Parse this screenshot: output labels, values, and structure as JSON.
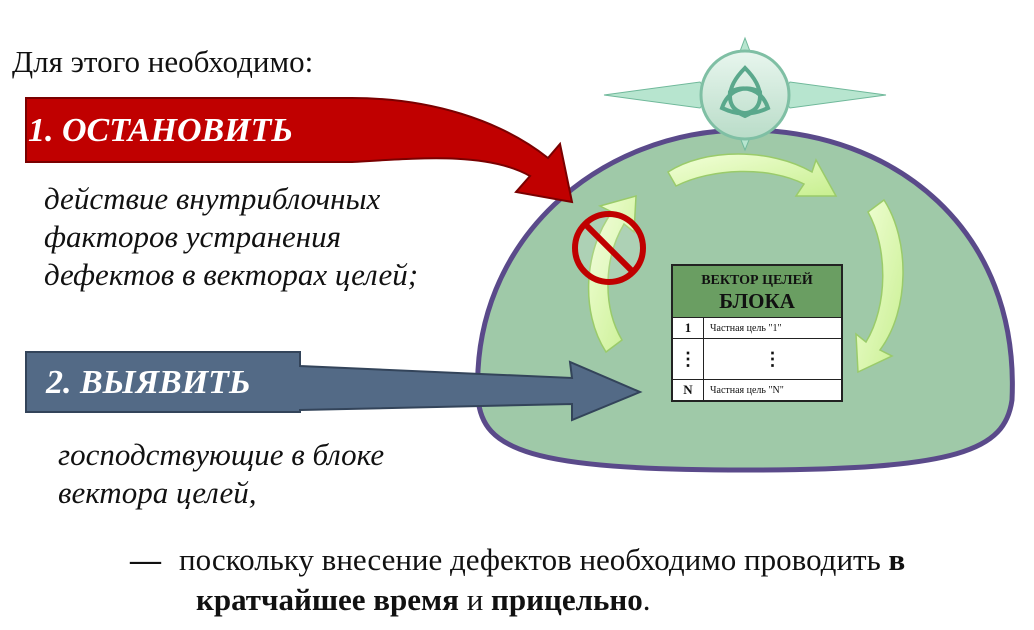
{
  "heading": "Для этого необходимо:",
  "step1": {
    "label": "1. ОСТАНОВИТЬ",
    "text": "действие внутриблочных факторов устранения дефектов в векторах целей;"
  },
  "step2": {
    "label": "2. ВЫЯВИТЬ",
    "text": "господствующие в блоке вектора целей,"
  },
  "vector_table": {
    "title_line1": "ВЕКТОР ЦЕЛЕЙ",
    "title_line2": "БЛОКА",
    "rows": [
      {
        "num": "1",
        "text": "Частная цель \"1\""
      },
      {
        "num": "⋮",
        "text": "⋮"
      },
      {
        "num": "N",
        "text": "Частная цель \"N\""
      }
    ]
  },
  "bottom": {
    "dash": "—",
    "part1": "поскольку внесение дефектов необходимо проводить ",
    "bold1": "в",
    "bold2": "кратчайшее время",
    "part2": " и ",
    "bold3": "прицельно",
    "end": "."
  },
  "colors": {
    "dome": "#9fc9a8",
    "dome_border": "#5a4a8a",
    "arrow_red": "#c00000",
    "arrow_slate": "#536a86",
    "cycle_arrow": "#d4f7a8",
    "table_header": "#6a9e62"
  }
}
